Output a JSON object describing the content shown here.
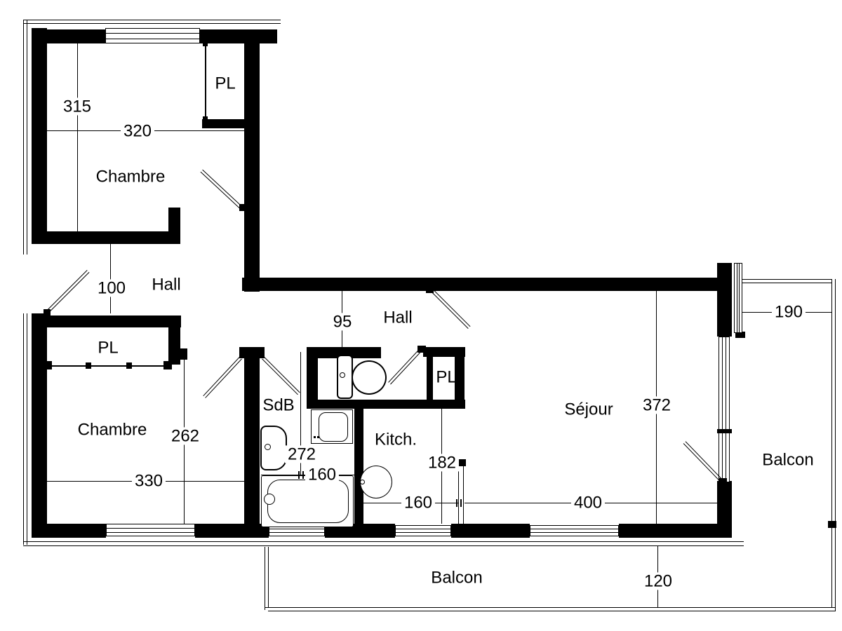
{
  "plan": {
    "rooms": {
      "chambre1": "Chambre",
      "pl1": "PL",
      "hall1": "Hall",
      "hall2": "Hall",
      "pl2": "PL",
      "chambre2": "Chambre",
      "sdb": "SdB",
      "pl3": "PL",
      "kitchen": "Kitch.",
      "sejour": "Séjour",
      "balcon_right": "Balcon",
      "balcon_bottom": "Balcon"
    },
    "dimensions": {
      "d315": "315",
      "d320": "320",
      "d100": "100",
      "d95": "95",
      "d262": "262",
      "d330": "330",
      "d272": "272",
      "d160_sdb": "160",
      "d182": "182",
      "d160_kitchen": "160",
      "d400": "400",
      "d372": "372",
      "d190": "190",
      "d120": "120"
    },
    "fixtures": [
      "toilet-fixture",
      "washbasin-fixture",
      "washing-machine-fixture",
      "bathtub-fixture",
      "kitchen-sink-fixture"
    ],
    "colors": {
      "line": "#000000",
      "background": "#ffffff"
    }
  }
}
